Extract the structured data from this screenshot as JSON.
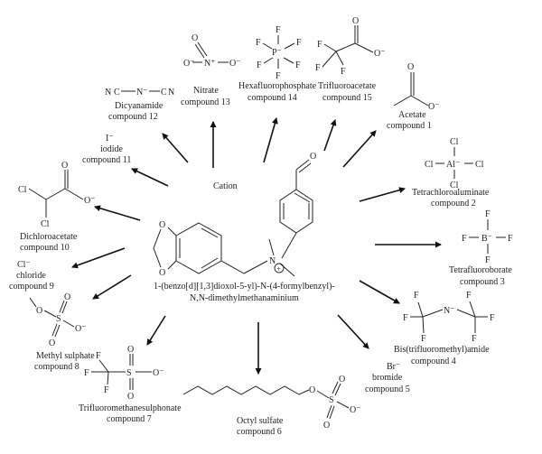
{
  "center": {
    "cation_label": "Cation",
    "name_line1": "1-(benzo[d][1,3]dioxol-5-yl)-N-(4-formylbenzyl)-",
    "name_line2": "N,N-dimethylmethanaminium"
  },
  "anions": [
    {
      "id": "c1",
      "name": "Acetate",
      "compound": "compound 1"
    },
    {
      "id": "c2",
      "name": "Tetrachloroaluminate",
      "compound": "compound 2"
    },
    {
      "id": "c3",
      "name": "Tetrafluoroborate",
      "compound": "compound 3"
    },
    {
      "id": "c4",
      "name": "Bis(trifluoromethyl)amide",
      "compound": "compound 4"
    },
    {
      "id": "c5",
      "name": "bromide",
      "compound": "compound 5",
      "formula": "Br⁻"
    },
    {
      "id": "c6",
      "name": "Octyl sulfate",
      "compound": "compound 6"
    },
    {
      "id": "c7",
      "name": "Trifluoromethanesulphonate",
      "compound": "compound 7"
    },
    {
      "id": "c8",
      "name": "Methyl sulphate",
      "compound": "compound 8"
    },
    {
      "id": "c9",
      "name": "chloride",
      "compound": "compound 9",
      "formula": "Cl⁻"
    },
    {
      "id": "c10",
      "name": "Dichloroacetate",
      "compound": "compound 10"
    },
    {
      "id": "c11",
      "name": "iodide",
      "compound": "compound 11",
      "formula": "I⁻"
    },
    {
      "id": "c12",
      "name": "Dicyanamide",
      "compound": "compound 12"
    },
    {
      "id": "c13",
      "name": "Nitrate",
      "compound": "compound 13"
    },
    {
      "id": "c14",
      "name": "Hexafluorophosphate",
      "compound": "compound 14"
    },
    {
      "id": "c15",
      "name": "Trifluoroacetate",
      "compound": "compound 15"
    }
  ],
  "atoms": {
    "O": "O",
    "O_minus": "O⁻",
    "N": "N",
    "N_plus": "N⁺",
    "N_minus": "N⁻",
    "F": "F",
    "Cl": "Cl",
    "P_minus": "P⁻",
    "B_minus": "B⁻",
    "Al_minus": "Al⁻",
    "S": "S",
    "C": "C",
    "plus": "+"
  }
}
